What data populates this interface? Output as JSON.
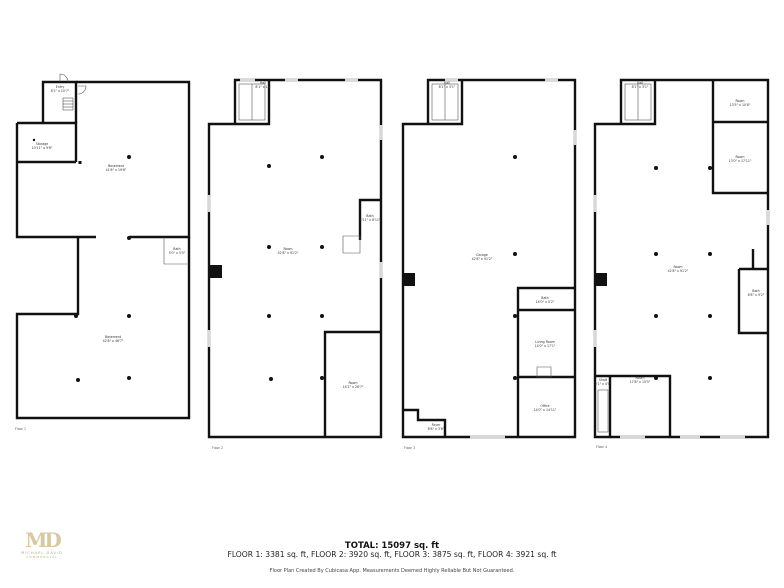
{
  "floors": [
    {
      "label": "Floor 1",
      "rooms": [
        {
          "name": "Entry",
          "dims": "8'1\" x 10'7\""
        },
        {
          "name": "Storage",
          "dims": "10'11\" x 9'8\""
        },
        {
          "name": "Basement",
          "dims": "41'6\" x 19'8\""
        },
        {
          "name": "Bath",
          "dims": "5'0\" x 5'5\""
        },
        {
          "name": "Basement",
          "dims": "42'8\" x 46'7\""
        }
      ]
    },
    {
      "label": "Floor 2",
      "rooms": [
        {
          "name": "Hall",
          "dims": "8'1\" x 10'"
        },
        {
          "name": "Bath",
          "dims": "6'11\" x 8'11\""
        },
        {
          "name": "Room",
          "dims": "42'8\" x 91'2\""
        },
        {
          "name": "Room",
          "dims": "14'2\" x 26'7\""
        }
      ]
    },
    {
      "label": "Floor 3",
      "rooms": [
        {
          "name": "Hall",
          "dims": "8'1\" x 3'1\""
        },
        {
          "name": "Garage",
          "dims": "42'8\" x 91'2\""
        },
        {
          "name": "Bath",
          "dims": "14'0\" x 5'2\""
        },
        {
          "name": "Living Room",
          "dims": "14'0\" x 17'1\""
        },
        {
          "name": "Office",
          "dims": "14'0\" x 14'11\""
        },
        {
          "name": "Foyer",
          "dims": "6'8\" x 3'8\""
        }
      ]
    },
    {
      "label": "Floor 4",
      "rooms": [
        {
          "name": "Hall",
          "dims": "8'1\" x 3'1\""
        },
        {
          "name": "Room",
          "dims": "13'5\" x 10'8\""
        },
        {
          "name": "Room",
          "dims": "13'0\" x 17'11\""
        },
        {
          "name": "Room",
          "dims": "42'8\" x 91'2\""
        },
        {
          "name": "Bath",
          "dims": "6'8\" x 9'2\""
        },
        {
          "name": "Shaft",
          "dims": "3'1\" x 4'0\""
        },
        {
          "name": "Room",
          "dims": "17'8\" x 15'5\""
        }
      ]
    }
  ],
  "summary": {
    "total": "TOTAL: 15097 sq. ft",
    "floors_line": "FLOOR 1: 3381 sq. ft, FLOOR 2: 3920 sq. ft, FLOOR 3: 3875 sq. ft, FLOOR 4: 3921 sq. ft",
    "disclaimer": "Floor Plan Created By Cubicasa App. Measurements Deemed Highly Reliable But Not Guaranteed."
  },
  "logo": {
    "mark": "MD",
    "name": "MICHAEL DAVID",
    "sub": "COMMERCIAL",
    "color": "#d7c9a0"
  }
}
